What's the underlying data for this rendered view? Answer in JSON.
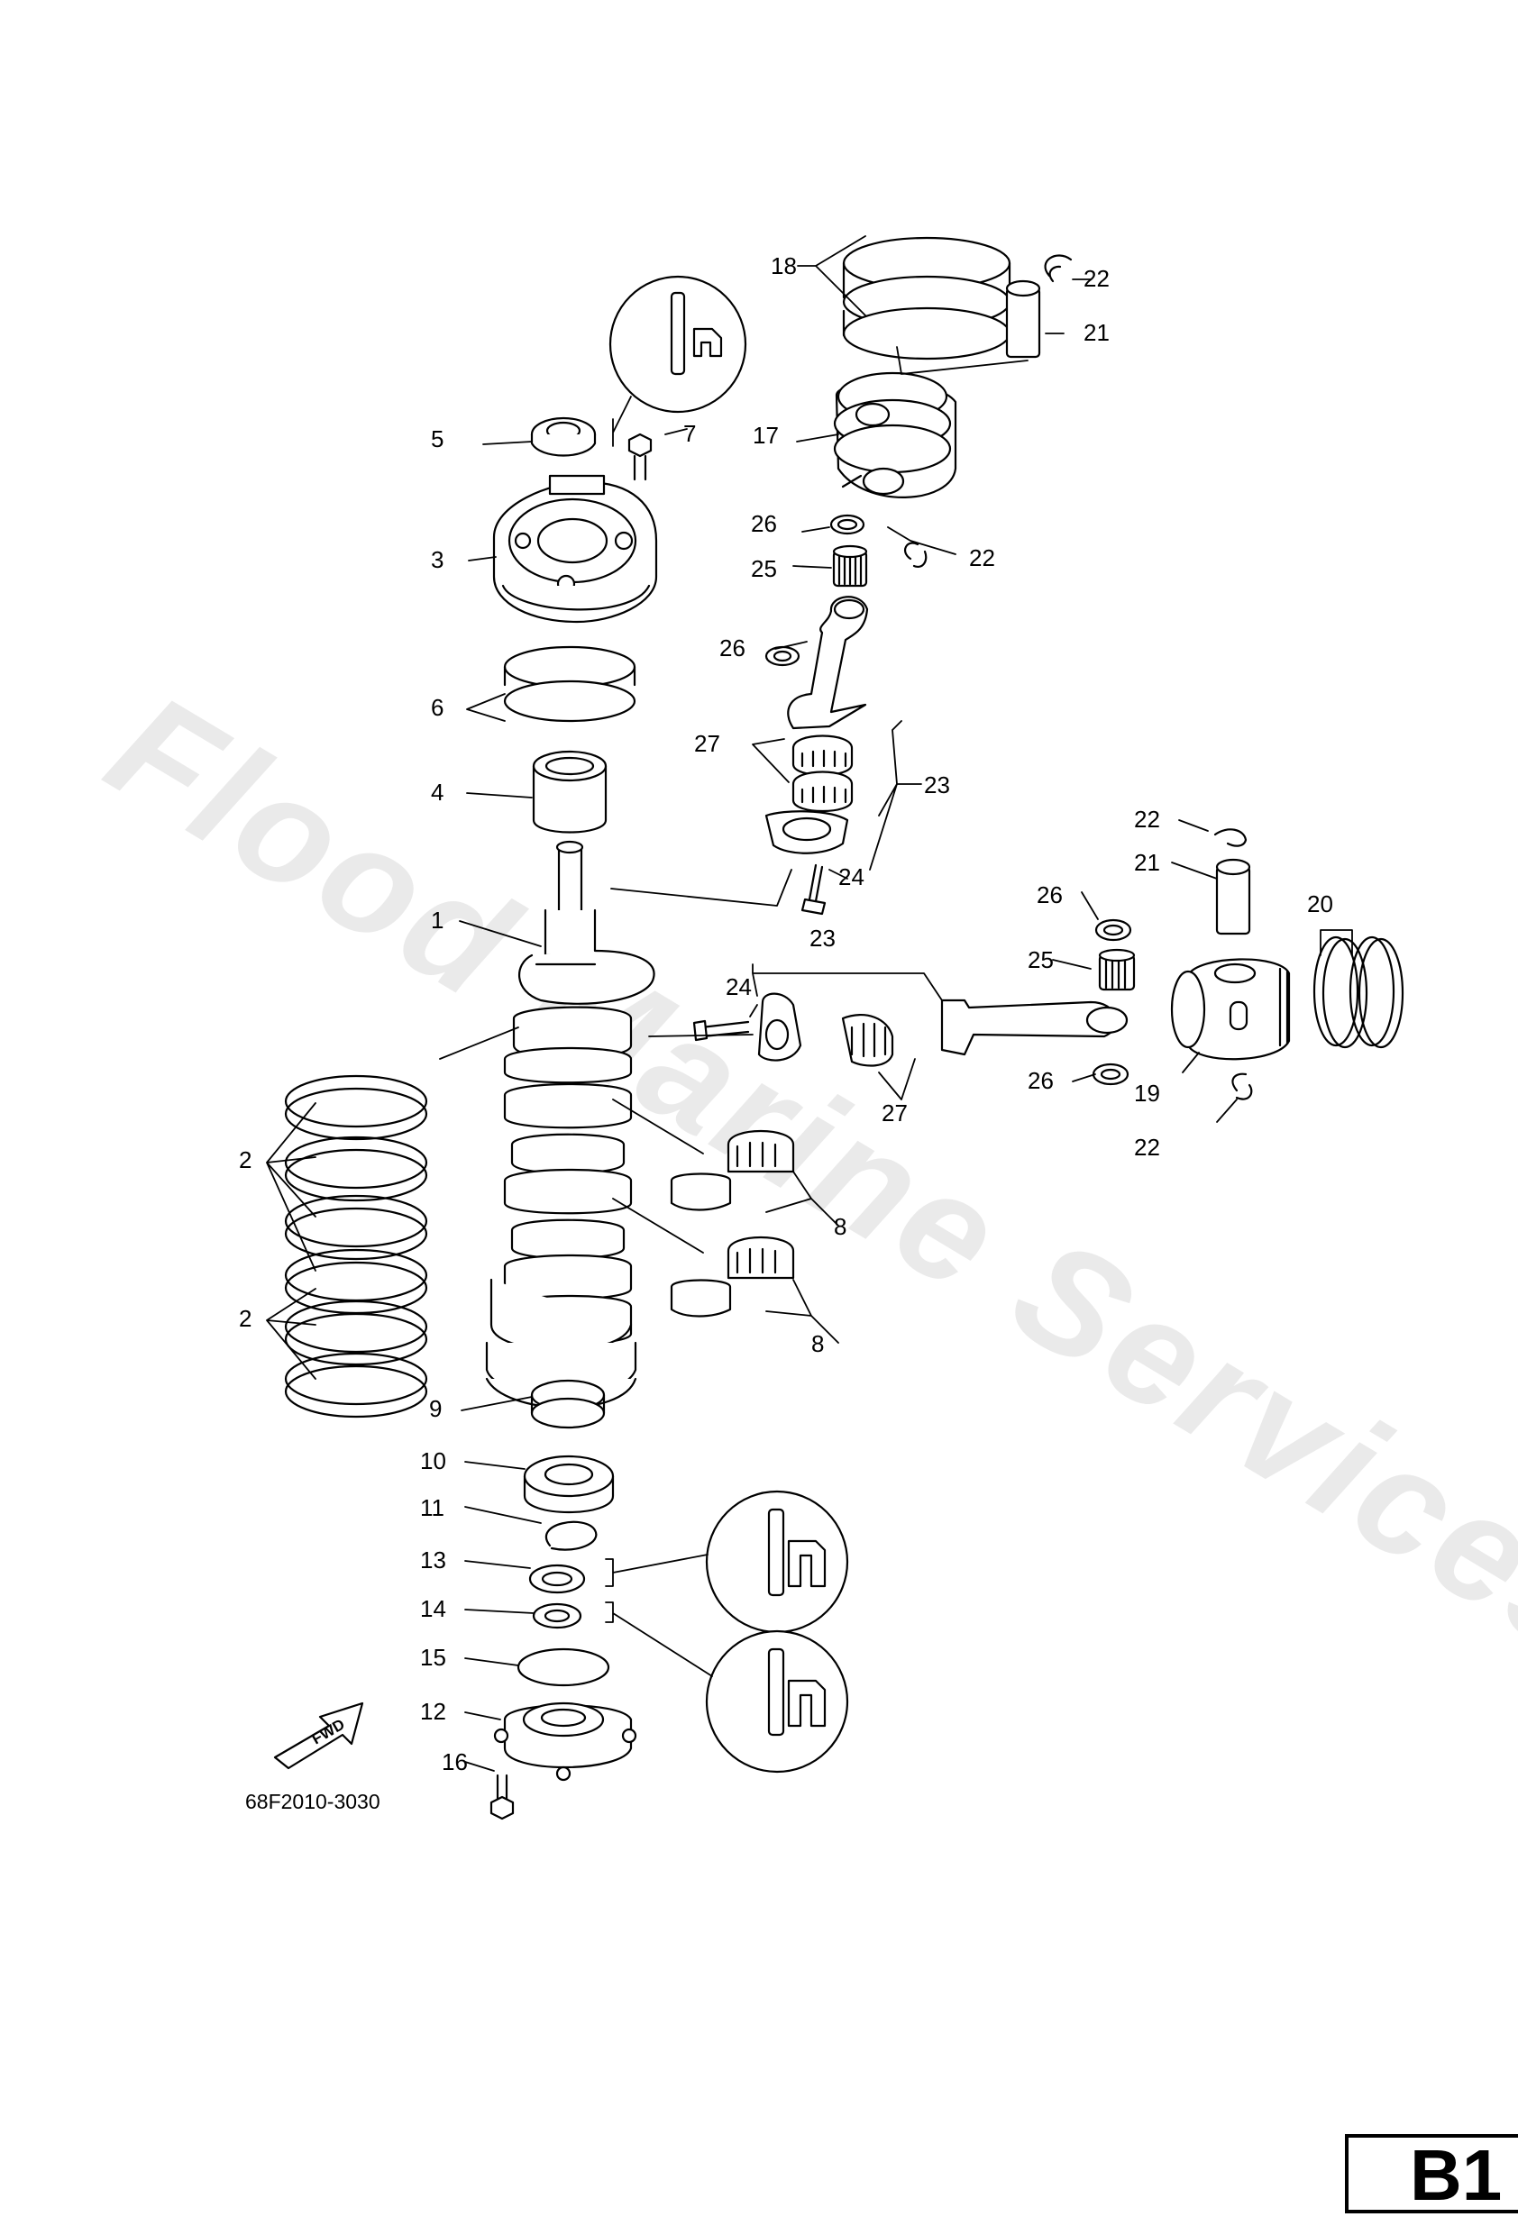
{
  "watermark": "Flood Marine Services",
  "page_badge": "B1",
  "diagram_code": "68F2010-3030",
  "fwd_label": "FWD",
  "callouts": [
    "18",
    "22",
    "21",
    "5",
    "7",
    "17",
    "3",
    "26",
    "25",
    "22",
    "26",
    "6",
    "27",
    "23",
    "4",
    "24",
    "22",
    "21",
    "1",
    "26",
    "20",
    "23",
    "25",
    "24",
    "19",
    "26",
    "27",
    "22",
    "2",
    "8",
    "2",
    "8",
    "9",
    "10",
    "11",
    "13",
    "14",
    "15",
    "12",
    "16"
  ]
}
